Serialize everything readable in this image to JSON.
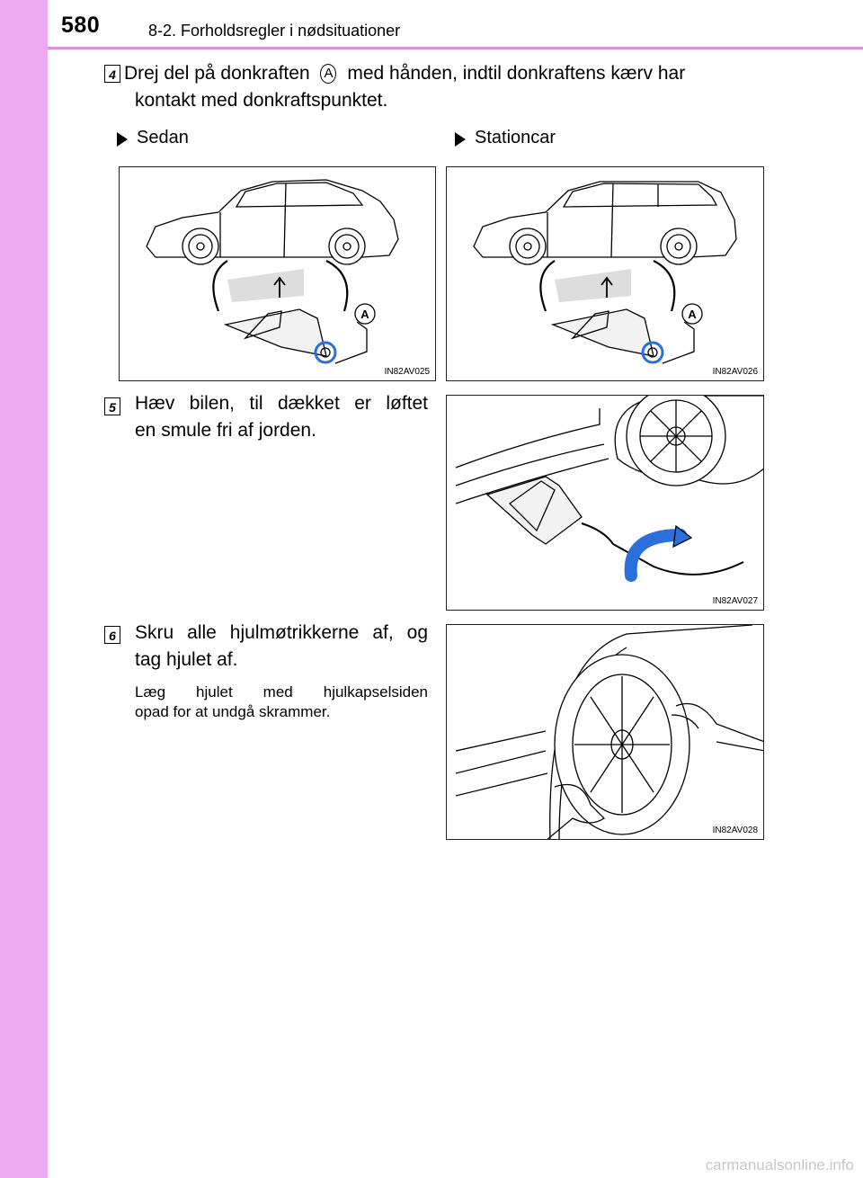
{
  "header": {
    "page_number": "580",
    "section": "8-2. Forholdsregler i nødsituationer"
  },
  "step4": {
    "number": "4",
    "text_before": "Drej del på donkraften",
    "marker": "A",
    "text_after": "med hånden, indtil donkraftens kærv har",
    "text_line2": "kontakt med donkraftspunktet."
  },
  "labels": {
    "sedan": "Sedan",
    "stationcar": "Stationcar"
  },
  "figures": {
    "fig1": {
      "id": "IN82AV025",
      "callout": "A"
    },
    "fig2": {
      "id": "IN82AV026",
      "callout": "A"
    },
    "fig3": {
      "id": "IN82AV027"
    },
    "fig4": {
      "id": "IN82AV028"
    }
  },
  "step5": {
    "number": "5",
    "line1": "Hæv bilen, til dækket er løftet",
    "line2": "en smule fri af jorden."
  },
  "step6": {
    "number": "6",
    "line1": "Skru alle hjulmøtrikkerne af, og",
    "line2": "tag hjulet af.",
    "note_line1": "Læg hjulet med hjulkapselsiden",
    "note_line2": "opad for at undgå skrammer."
  },
  "watermark": "carmanualsonline.info",
  "colors": {
    "sidebar": "#eeaaf0",
    "rule": "#d98ee0"
  }
}
